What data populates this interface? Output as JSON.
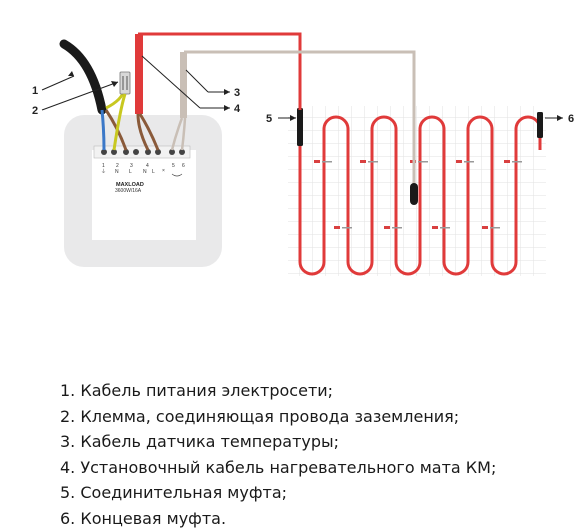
{
  "callouts": {
    "c1": "1",
    "c2": "2",
    "c3": "3",
    "c4": "4",
    "c5": "5",
    "c6": "6"
  },
  "terminal_labels": {
    "t1_num": "1",
    "t1_sym": "⏚",
    "t2_num": "2",
    "t2_let": "N",
    "t3_num": "3",
    "t3_let": "L",
    "t4_num": "4",
    "t4_let": "N",
    "t5_let": "L",
    "t6_num": "5",
    "t7_num": "6"
  },
  "device": {
    "brand": "MAXLOAD",
    "rating": "3600W/16A"
  },
  "legend": [
    "1. Кабель питания электросети;",
    "2. Клемма, соединяющая провода заземления;",
    "3. Кабель датчика температуры;",
    "4. Установочный кабель нагревательного мата КМ;",
    "5. Соединительная муфта;",
    "6. Концевая муфта."
  ],
  "colors": {
    "heating_cable": "#e03a3a",
    "power_cable": "#1a1a1a",
    "sensor_cable": "#c9bfb6",
    "ground_wire": "#c8c820",
    "neutral_wire": "#3b78c8",
    "live_wire": "#8a5a3a",
    "grid": "#e2e2e2",
    "device_plate": "#e9e9ea"
  }
}
